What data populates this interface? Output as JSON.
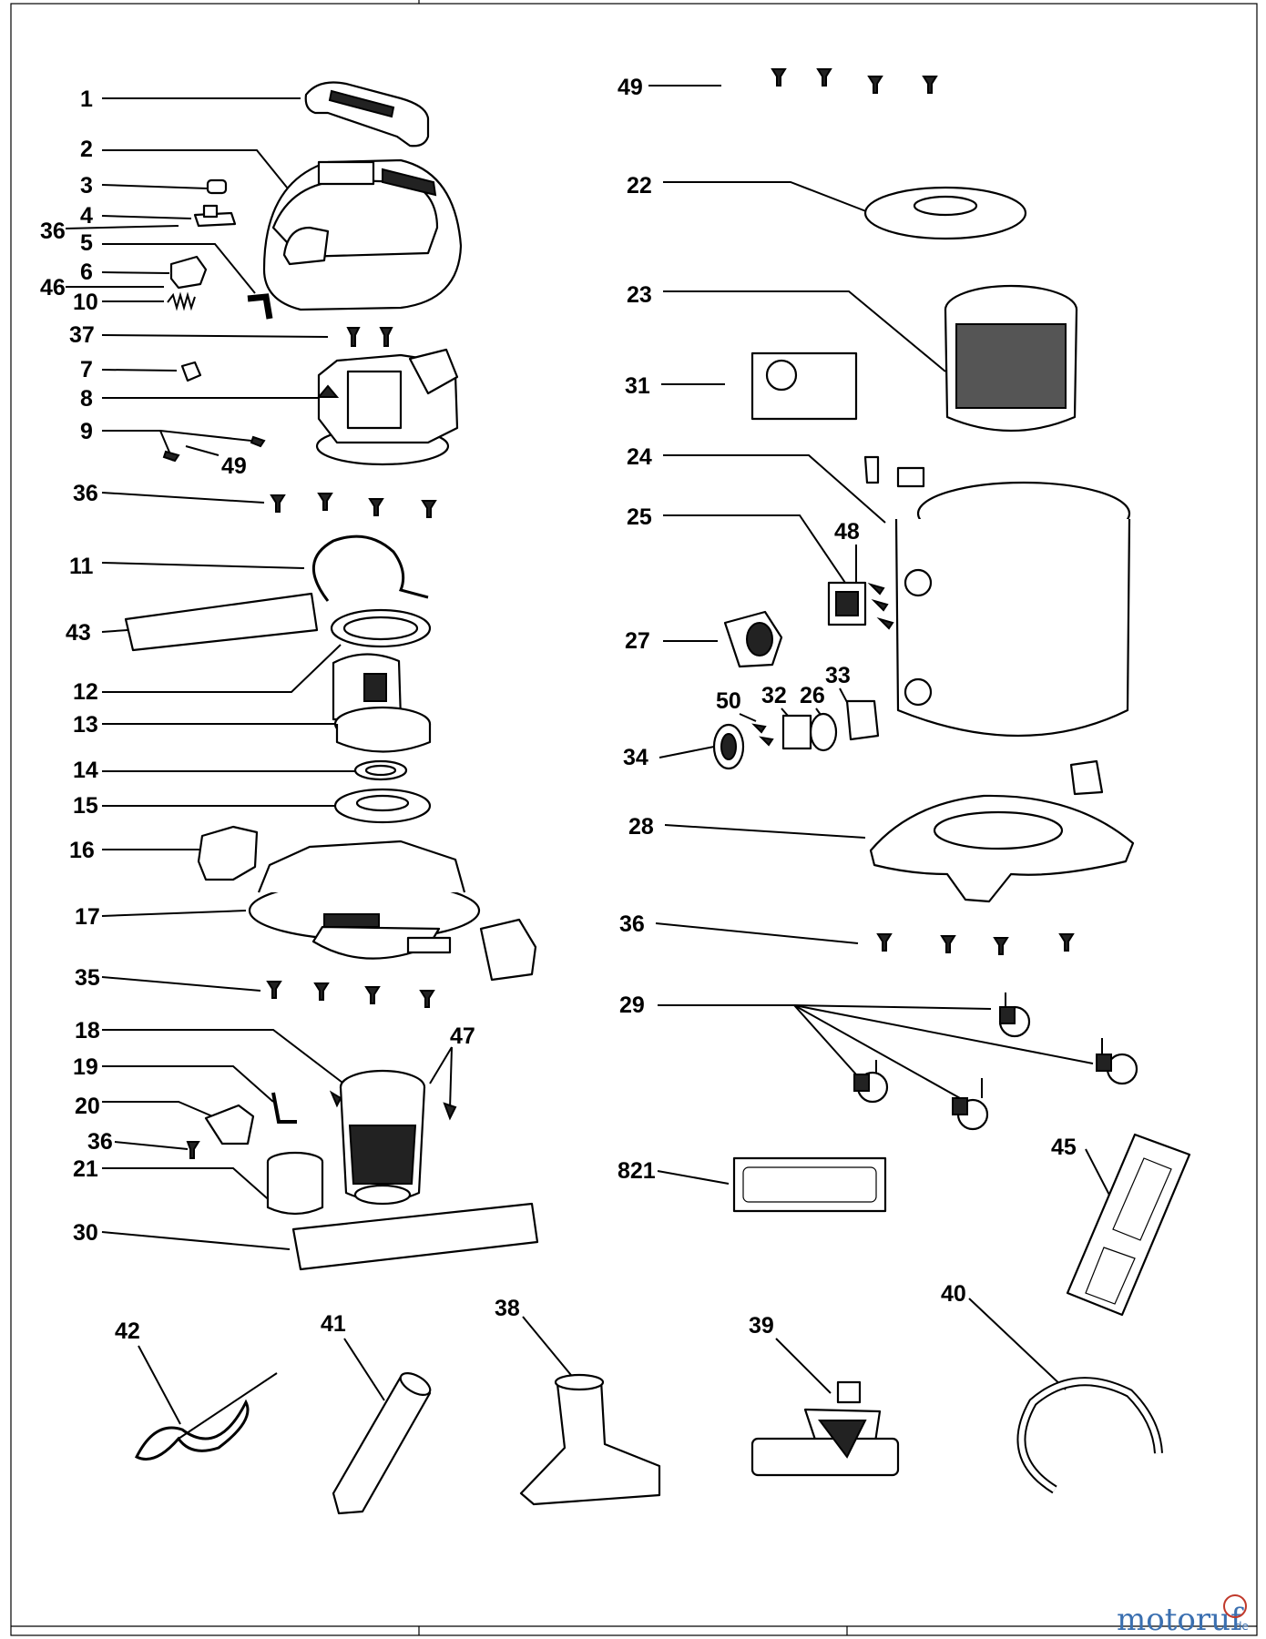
{
  "diagram": {
    "labels": {
      "p1": "1",
      "p2": "2",
      "p3": "3",
      "p4": "4",
      "p36a": "36",
      "p5": "5",
      "p6": "6",
      "p46": "46",
      "p10": "10",
      "p37": "37",
      "p7": "7",
      "p8": "8",
      "p9": "9",
      "p49a": "49",
      "p36b": "36",
      "p11": "11",
      "p43": "43",
      "p12": "12",
      "p13": "13",
      "p14": "14",
      "p15": "15",
      "p16": "16",
      "p17": "17",
      "p35": "35",
      "p18": "18",
      "p47": "47",
      "p19": "19",
      "p20": "20",
      "p36c": "36",
      "p21": "21",
      "p30": "30",
      "p42": "42",
      "p41": "41",
      "p38": "38",
      "p39": "39",
      "p40": "40",
      "p49b": "49",
      "p22": "22",
      "p23": "23",
      "p31": "31",
      "p24": "24",
      "p25": "25",
      "p48": "48",
      "p27": "27",
      "p33": "33",
      "p50": "50",
      "p32": "32",
      "p26": "26",
      "p34": "34",
      "p28": "28",
      "p36d": "36",
      "p29": "29",
      "p821": "821",
      "p45": "45"
    }
  },
  "watermark": {
    "text_main": "motoruf",
    "text_suffix": ".de",
    "color_main": "#3a6fb0",
    "color_accent": "#c0392b"
  }
}
